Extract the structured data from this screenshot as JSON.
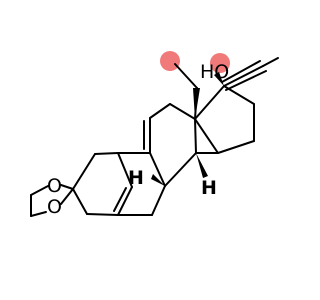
{
  "labels": {
    "hydroxyl": "HO",
    "ketal_oxygen_top": "O",
    "ketal_oxygen_bottom": "O",
    "hydrogen_c9": "H",
    "hydrogen_c14": "H"
  },
  "colors": {
    "bond": "#000000",
    "label": "#000000",
    "stereo_highlight": "#f07a7a"
  }
}
